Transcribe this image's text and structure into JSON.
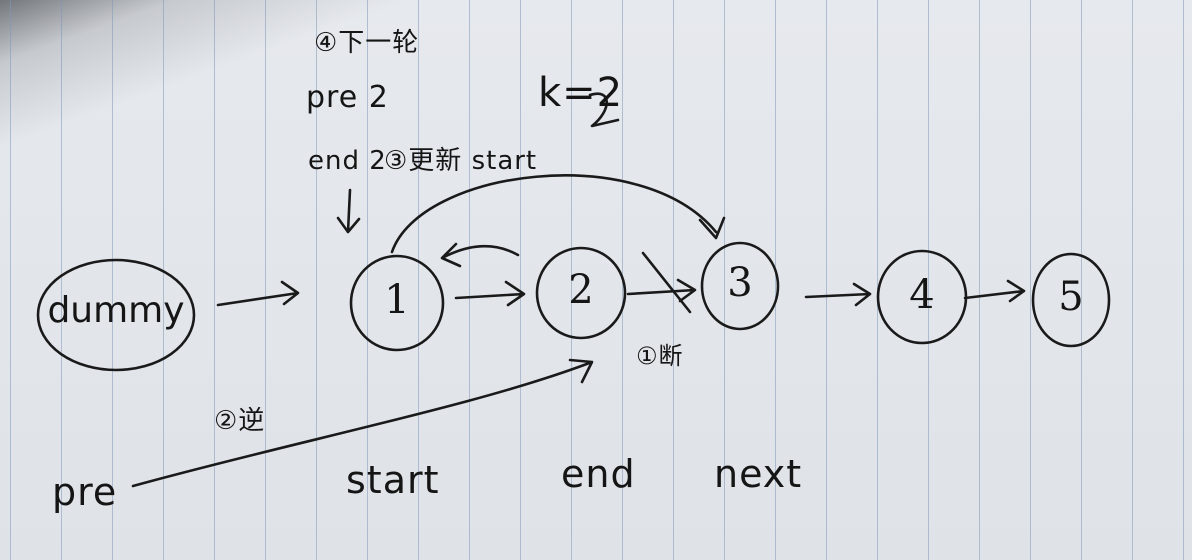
{
  "nodes": {
    "dummy": "dummy",
    "n1": "1",
    "n2": "2",
    "n3": "3",
    "n4": "4",
    "n5": "5"
  },
  "pointers": {
    "pre": "pre",
    "start": "start",
    "end": "end",
    "next": "next"
  },
  "annotations": {
    "k_value": "k=2",
    "step1": "①断",
    "step2": "②逆",
    "step3": "③更新 start",
    "step4": "④下一轮",
    "pre2": "pre 2",
    "end2": "end 2"
  }
}
